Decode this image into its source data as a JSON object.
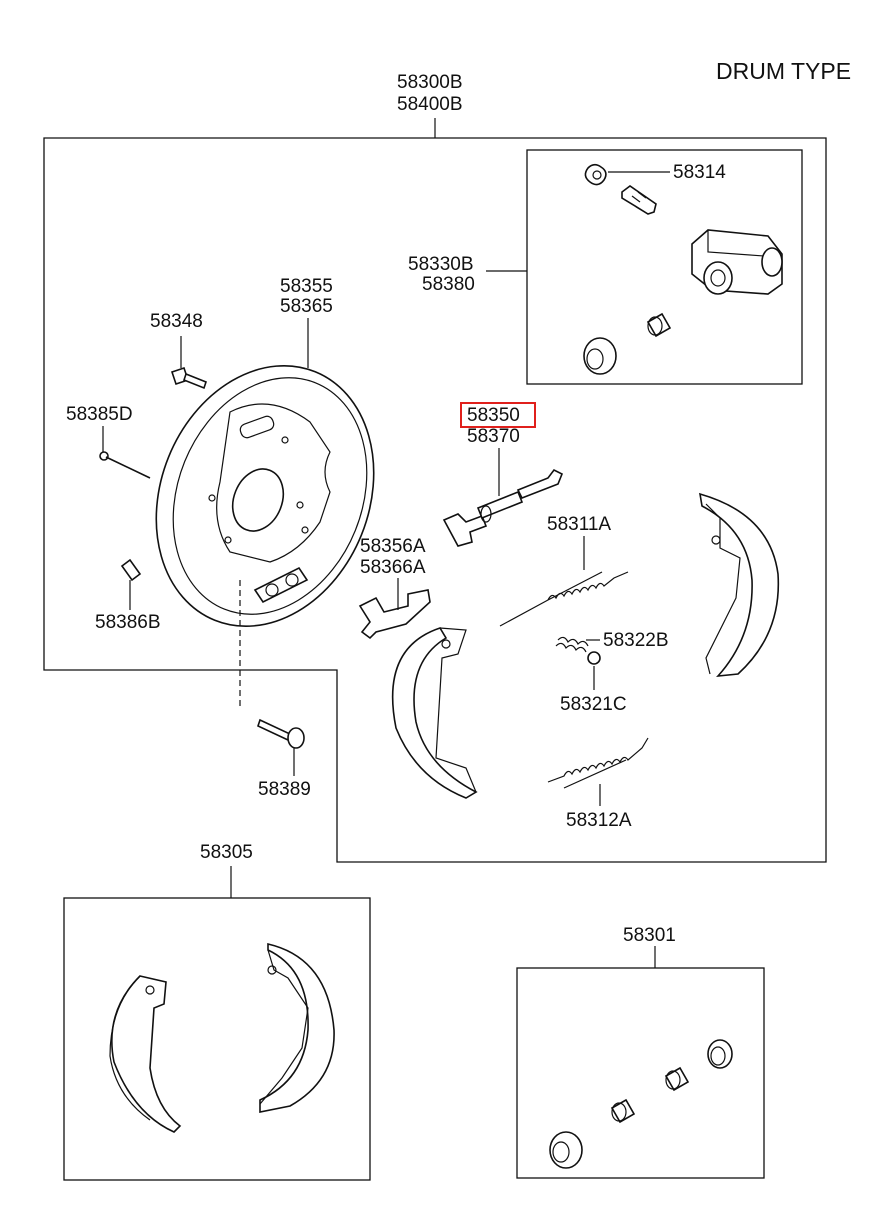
{
  "header": {
    "type_label": "DRUM TYPE"
  },
  "labels": {
    "assembly_a": "58300B",
    "assembly_b": "58400B",
    "wheel_cyl_a": "58330B",
    "wheel_cyl_b": "58380",
    "bleeder": "58314",
    "backing_plate_a": "58355",
    "backing_plate_b": "58365",
    "bolt_58348": "58348",
    "pin_58385d": "58385D",
    "plug_58386b": "58386B",
    "bolt_58389": "58389",
    "adjuster_a": "58350",
    "adjuster_b": "58370",
    "lever_a": "58356A",
    "lever_b": "58366A",
    "spring_upper": "58311A",
    "spring_hold": "58322B",
    "cup_hold": "58321C",
    "spring_lower": "58312A",
    "shoe_kit": "58305",
    "cylinder_kit": "58301"
  },
  "highlight": {
    "part": "58350",
    "color": "#e0201c"
  }
}
